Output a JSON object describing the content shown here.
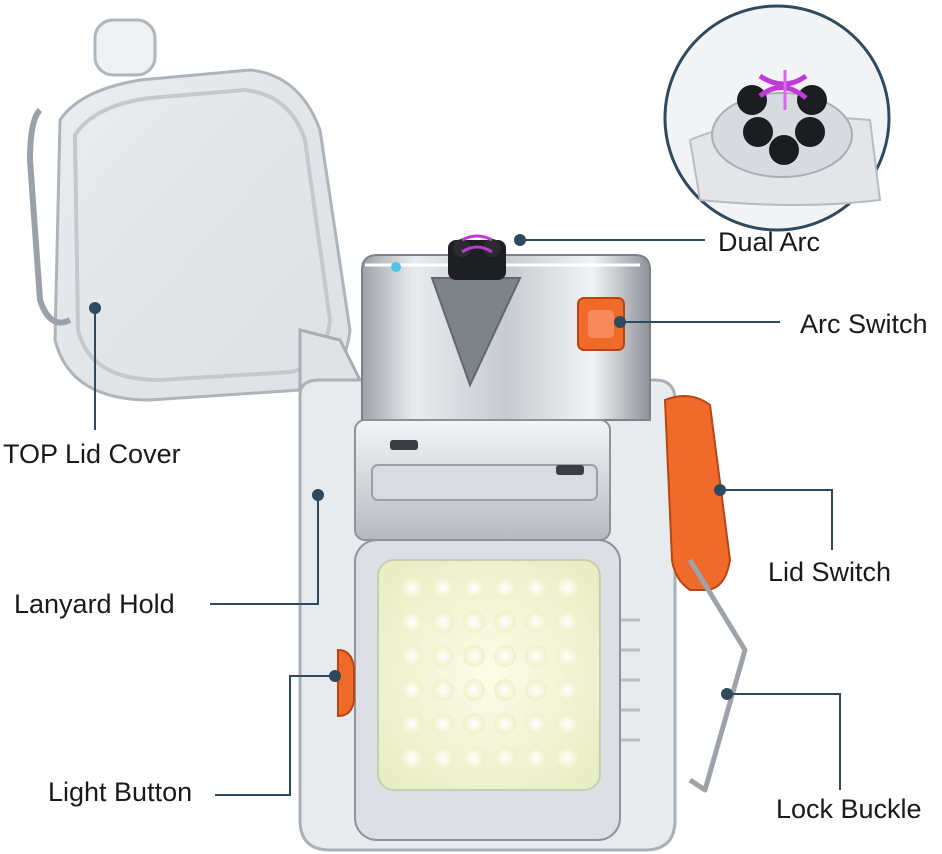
{
  "callouts": {
    "dual_arc": "Dual Arc",
    "arc_switch": "Arc Switch",
    "top_lid_cover": "TOP Lid Cover",
    "lid_switch": "Lid Switch",
    "lanyard_hold": "Lanyard Hold",
    "light_button": "Light Button",
    "lock_buckle": "Lock Buckle"
  },
  "colors": {
    "leader_line": "#2f4a5e",
    "accent_orange": "#f06a2a",
    "arc_purple": "#c03ad8",
    "led_glow": "#f6f9d2"
  }
}
